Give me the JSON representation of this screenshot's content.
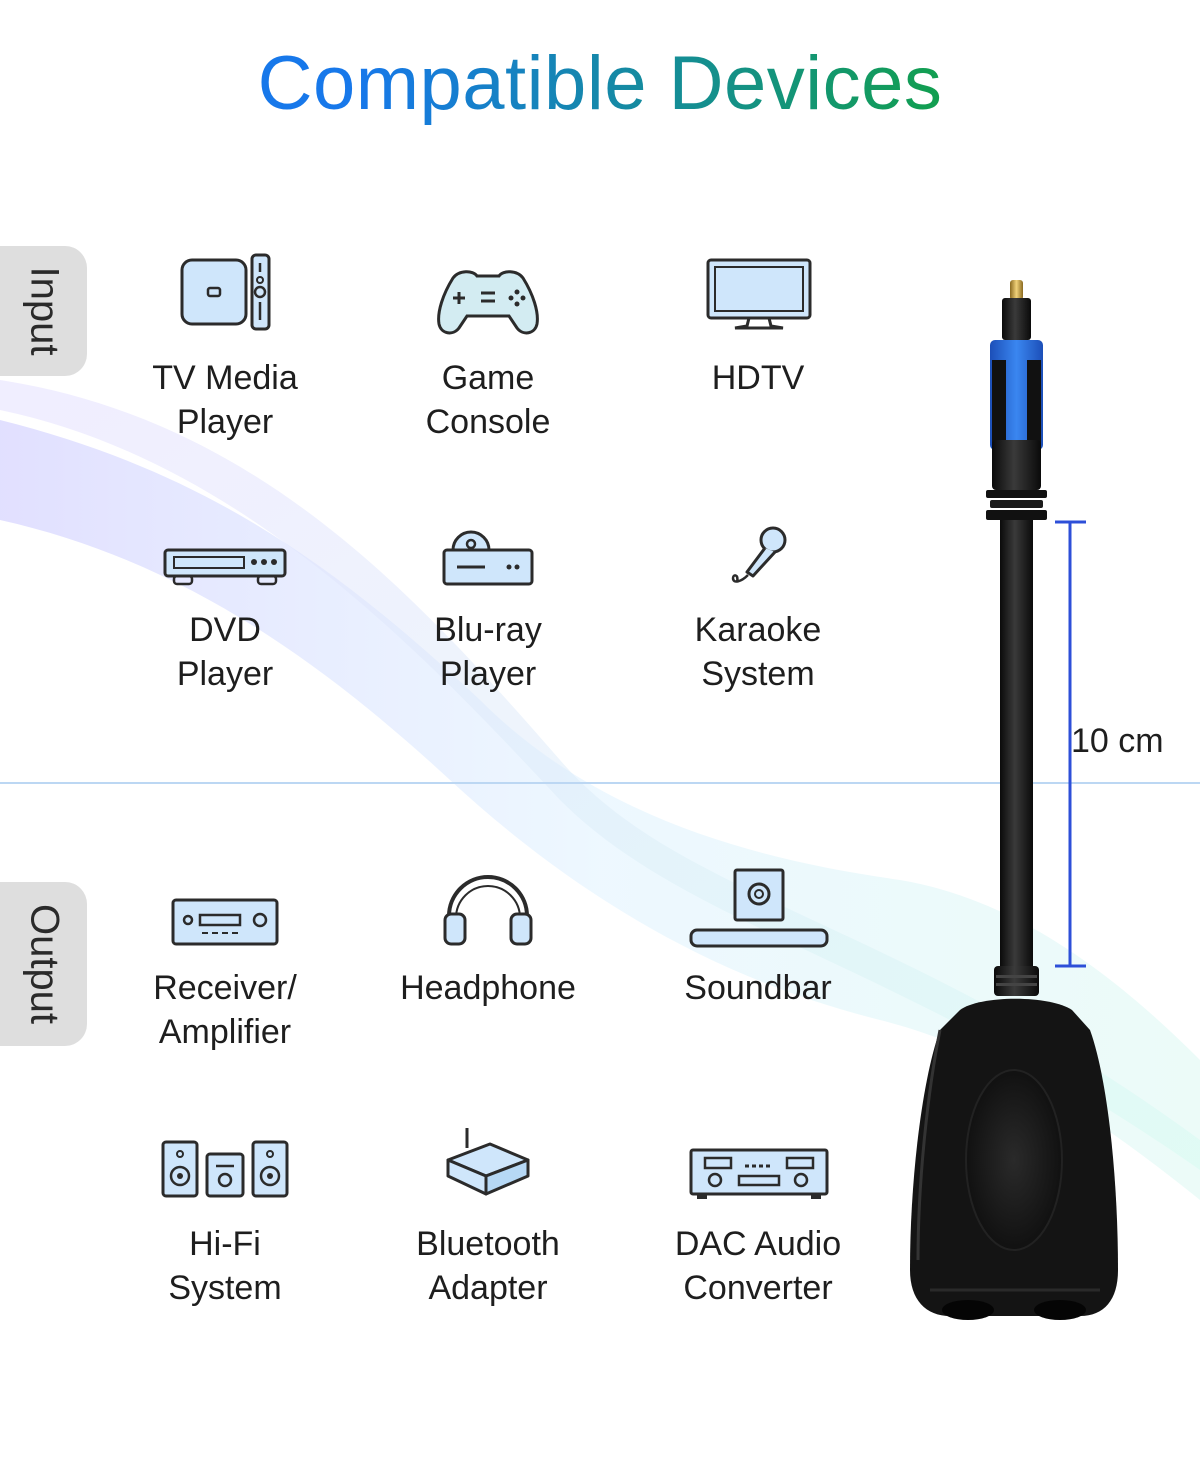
{
  "title": {
    "part1": "Compatible",
    "part2": "Devices"
  },
  "sections": {
    "input": "Input",
    "output": "Output"
  },
  "devices": [
    {
      "icon": "tv-media-player-icon",
      "line1": "TV Media",
      "line2": "Player"
    },
    {
      "icon": "game-console-icon",
      "line1": "Game",
      "line2": "Console"
    },
    {
      "icon": "hdtv-icon",
      "line1": "HDTV",
      "line2": ""
    },
    {
      "icon": "dvd-player-icon",
      "line1": "DVD",
      "line2": "Player"
    },
    {
      "icon": "blu-ray-player-icon",
      "line1": "Blu-ray",
      "line2": "Player"
    },
    {
      "icon": "karaoke-microphone-icon",
      "line1": "Karaoke",
      "line2": "System"
    },
    {
      "icon": "receiver-amplifier-icon",
      "line1": "Receiver/",
      "line2": "Amplifier"
    },
    {
      "icon": "headphone-icon",
      "line1": "Headphone",
      "line2": ""
    },
    {
      "icon": "soundbar-icon",
      "line1": "Soundbar",
      "line2": ""
    },
    {
      "icon": "hifi-system-icon",
      "line1": "Hi-Fi",
      "line2": "System"
    },
    {
      "icon": "bluetooth-adapter-icon",
      "line1": "Bluetooth",
      "line2": "Adapter"
    },
    {
      "icon": "dac-audio-converter-icon",
      "line1": "DAC Audio",
      "line2": "Converter"
    }
  ],
  "cable": {
    "length_label": "10 cm"
  },
  "colors": {
    "title_blue": "#1778ea",
    "title_green": "#12a04a",
    "icon_fill": "#cfe6fb",
    "icon_stroke": "#2b2b2b",
    "measure_line": "#2d4fd8",
    "plug_blue": "#2e6de0"
  }
}
